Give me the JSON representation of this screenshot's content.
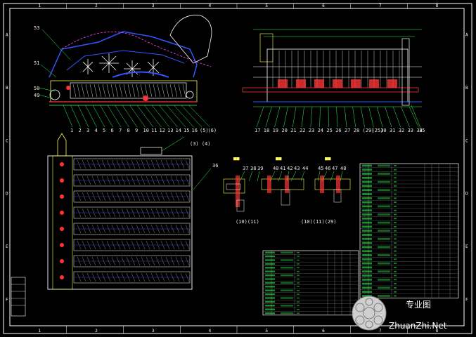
{
  "grid_columns": [
    "1",
    "2",
    "3",
    "4",
    "5",
    "6",
    "7",
    "8"
  ],
  "grid_rows": [
    "A",
    "B",
    "C",
    "D",
    "E",
    "F"
  ],
  "top_view_callouts_left": [
    "53",
    "51",
    "50",
    "49"
  ],
  "bottom_callouts": [
    "1",
    "2",
    "3",
    "4",
    "5",
    "6",
    "7",
    "8",
    "9",
    "10",
    "11",
    "12",
    "13",
    "14",
    "15",
    "16",
    "(5)",
    "(6)",
    "17",
    "18",
    "19",
    "20",
    "21",
    "22",
    "23",
    "24",
    "25",
    "26",
    "27",
    "28",
    "(29)",
    "(25)",
    "30",
    "31",
    "32",
    "33",
    "34"
  ],
  "right_callout": "35",
  "plan_callouts": {
    "pair": "(3) (4)",
    "single": "36"
  },
  "detail_callouts": [
    "37",
    "38",
    "39",
    "40",
    "41",
    "42",
    "43",
    "44",
    "45",
    "46",
    "47",
    "48"
  ],
  "detail_refs": [
    "(10)(11)",
    "(10)(11)(29)"
  ],
  "watermark": {
    "cn": "专业图",
    "url": "ZhuanZhi.Net"
  },
  "colors": {
    "frame": "#ffffff",
    "accent_blue": "#3355ff",
    "accent_red": "#ff3333",
    "accent_green": "#33ff55",
    "accent_yellow": "#ffff44",
    "accent_cyan": "#33ffff",
    "accent_magenta": "#ff44ff"
  }
}
